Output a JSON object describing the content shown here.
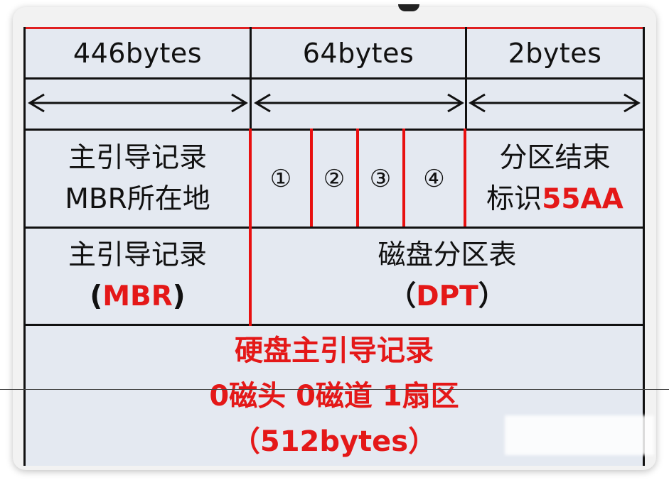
{
  "header": {
    "col1": "446bytes",
    "col2": "64bytes",
    "col3": "2bytes"
  },
  "row_mbr_location": {
    "line1": "主引导记录",
    "line2": "MBR所在地"
  },
  "partitions": [
    "①",
    "②",
    "③",
    "④"
  ],
  "end_marker": {
    "line1": "分区结束",
    "line2_prefix": "标识",
    "line2_value": "55AA"
  },
  "row_names": {
    "mbr_name": "主引导记录",
    "mbr_abbr_open": "(",
    "mbr_abbr": "MBR",
    "mbr_abbr_close": ")",
    "dpt_name": "磁盘分区表",
    "dpt_abbr_open": "（",
    "dpt_abbr": "DPT",
    "dpt_abbr_close": "）"
  },
  "bottom": {
    "line1": "硬盘主引导记录",
    "line2": "0磁头 0磁道 1扇区",
    "line3": "（512bytes）"
  },
  "colors": {
    "accent_red": "#e41818",
    "table_bg": "#e4e9f1",
    "border": "#111111"
  }
}
